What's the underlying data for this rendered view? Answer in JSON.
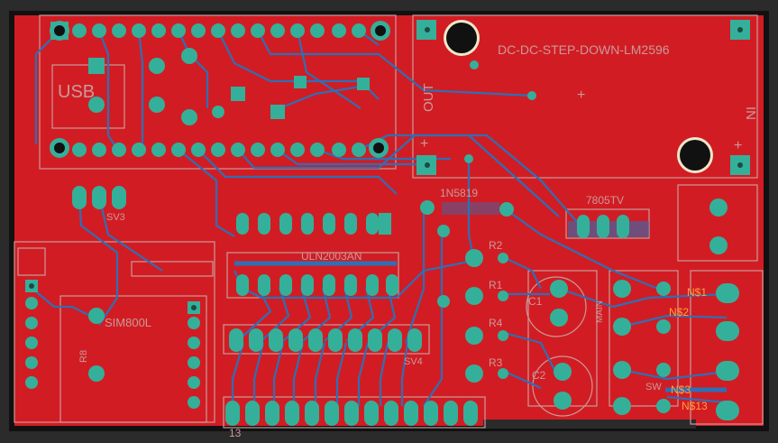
{
  "view": "pcb-layout",
  "colors": {
    "background": "#2b2b2b",
    "outline": "#111111",
    "copper_top": "#d21c23",
    "copper_bottom": "#2f6fb5",
    "pad": "#34b09a",
    "silk": "#c89a9a",
    "label_name": "#ffa040",
    "drill": "#f0e8c8"
  },
  "labels": {
    "module_title": "DC-DC-STEP-DOWN-LM2596",
    "out": "OUT",
    "in": "IN",
    "usb": "USB",
    "diode_1": "1N5819",
    "regulator": "7805TV",
    "driver_ic": "ULN2003AN",
    "gsm": "SIM800L",
    "sv3": "SV3",
    "sv4": "SV4",
    "r1": "R1",
    "r2": "R2",
    "r3": "R3",
    "r4": "R4",
    "r_sim": "R8",
    "c1": "C1",
    "c2": "C2",
    "main": "MAIN",
    "sw": "SW",
    "n1": "N$1",
    "n2": "N$2",
    "n3": "N$3",
    "n13": "N$13",
    "pin_13": "13",
    "plus": "+"
  }
}
